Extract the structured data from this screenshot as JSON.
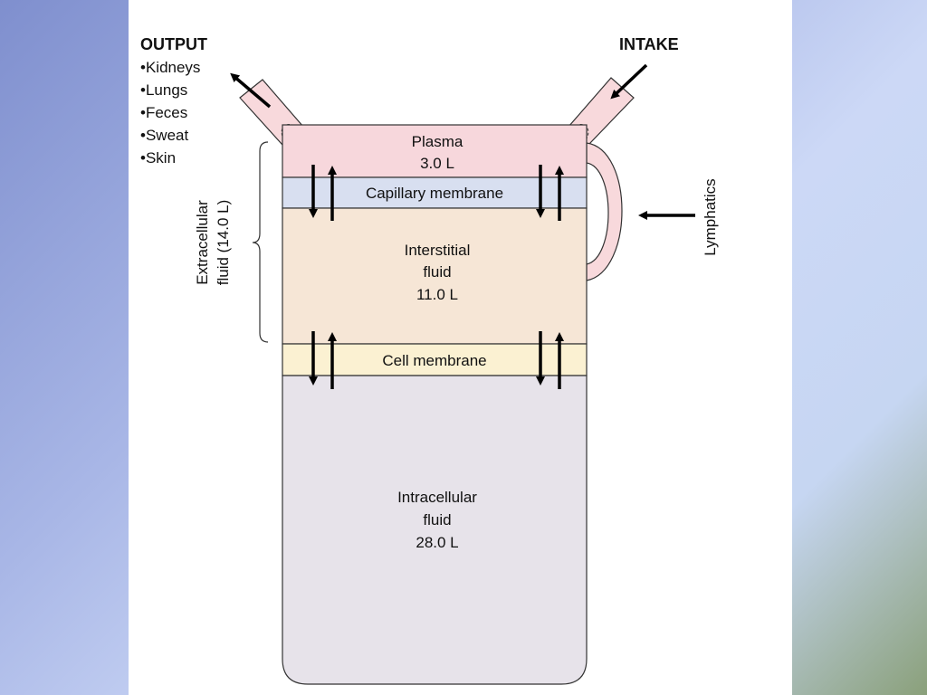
{
  "output": {
    "title": "OUTPUT",
    "items": [
      "•Kidneys",
      "•Lungs",
      "•Feces",
      "•Sweat",
      "•Skin"
    ]
  },
  "intake": {
    "title": "INTAKE"
  },
  "plasma": {
    "name": "Plasma",
    "volume": "3.0 L"
  },
  "capillary_membrane": {
    "label": "Capillary membrane"
  },
  "interstitial": {
    "line1": "Interstitial",
    "line2": "fluid",
    "volume": "11.0 L"
  },
  "cell_membrane": {
    "label": "Cell membrane"
  },
  "intracellular": {
    "line1": "Intracellular",
    "line2": "fluid",
    "volume": "28.0 L"
  },
  "extracellular": {
    "line1": "Extracellular",
    "line2": "fluid (14.0 L)"
  },
  "lymphatics": {
    "label": "Lymphatics"
  },
  "colors": {
    "plasma": "#f7d7dc",
    "capillary_membrane": "#d8dff0",
    "interstitial": "#f6e6d6",
    "cell_membrane": "#fbf1d2",
    "intracellular": "#e7e3ea",
    "spout": "#f8d9dc"
  }
}
